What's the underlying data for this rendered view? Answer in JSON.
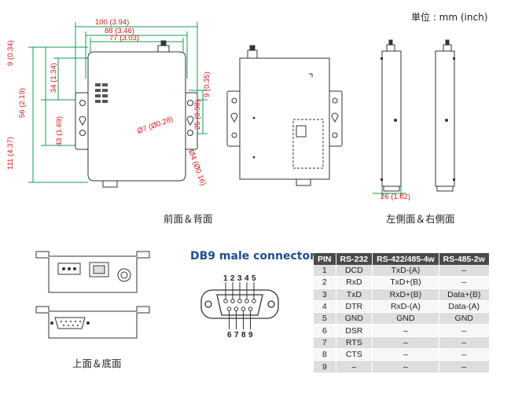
{
  "header": {
    "unit_label": "単位 : mm (inch)"
  },
  "front_view": {
    "dims": {
      "width_100": "100 (3.94)",
      "width_88": "88 (3.46)",
      "width_77": "77 (3.03)",
      "h_9_top": "9 (0.34)",
      "h_56": "56 (2.19)",
      "h_34": "34 (1.34)",
      "h_43": "43 (1.69)",
      "h_111": "111 (4.37)",
      "h_9_right": "9 (0.35)",
      "h_25": "25 (0.98)",
      "hole_7": "Ø7 (Ø0.28)",
      "hole_4": "Ø4 (Ø0.16)"
    },
    "caption": "前面＆背面"
  },
  "side_view": {
    "dims": {
      "depth_26": "26 (1.02)"
    },
    "caption": "左側面＆右側面"
  },
  "top_bottom_view": {
    "caption": "上面＆底面"
  },
  "db9": {
    "title": "DB9 male connector",
    "pins_top": [
      "1",
      "2",
      "3",
      "4",
      "5"
    ],
    "pins_bottom": [
      "6",
      "7",
      "8",
      "9"
    ]
  },
  "pin_table": {
    "headers": [
      "PIN",
      "RS-232",
      "RS-422/485-4w",
      "RS-485-2w"
    ],
    "rows": [
      [
        "1",
        "DCD",
        "TxD-(A)",
        "–"
      ],
      [
        "2",
        "RxD",
        "TxD+(B)",
        "–"
      ],
      [
        "3",
        "TxD",
        "RxD+(B)",
        "Data+(B)"
      ],
      [
        "4",
        "DTR",
        "RxD-(A)",
        "Data-(A)"
      ],
      [
        "5",
        "GND",
        "GND",
        "GND"
      ],
      [
        "6",
        "DSR",
        "–",
        "–"
      ],
      [
        "7",
        "RTS",
        "–",
        "–"
      ],
      [
        "8",
        "CTS",
        "–",
        "–"
      ],
      [
        "9",
        "–",
        "–",
        "–"
      ]
    ]
  },
  "colors": {
    "dimension": "#1a9850",
    "dimension_text": "#d7191c",
    "title_blue": "#1f4e8c"
  }
}
